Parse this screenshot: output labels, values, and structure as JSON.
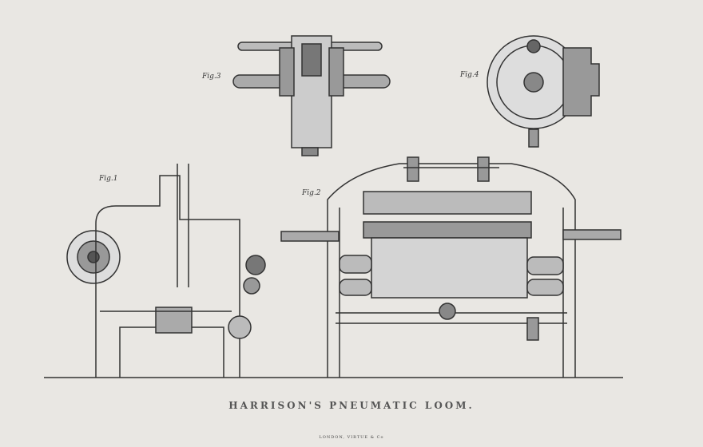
{
  "figures": [
    {
      "label": "Fig.1"
    },
    {
      "label": "Fig.2"
    },
    {
      "label": "Fig.3"
    },
    {
      "label": "Fig.4"
    }
  ],
  "title": "HARRISON'S PNEUMATIC LOOM.",
  "publisher": "LONDON, VIRTUE & Co",
  "colors": {
    "paper": "#e9e7e3",
    "ink": "#333333"
  }
}
